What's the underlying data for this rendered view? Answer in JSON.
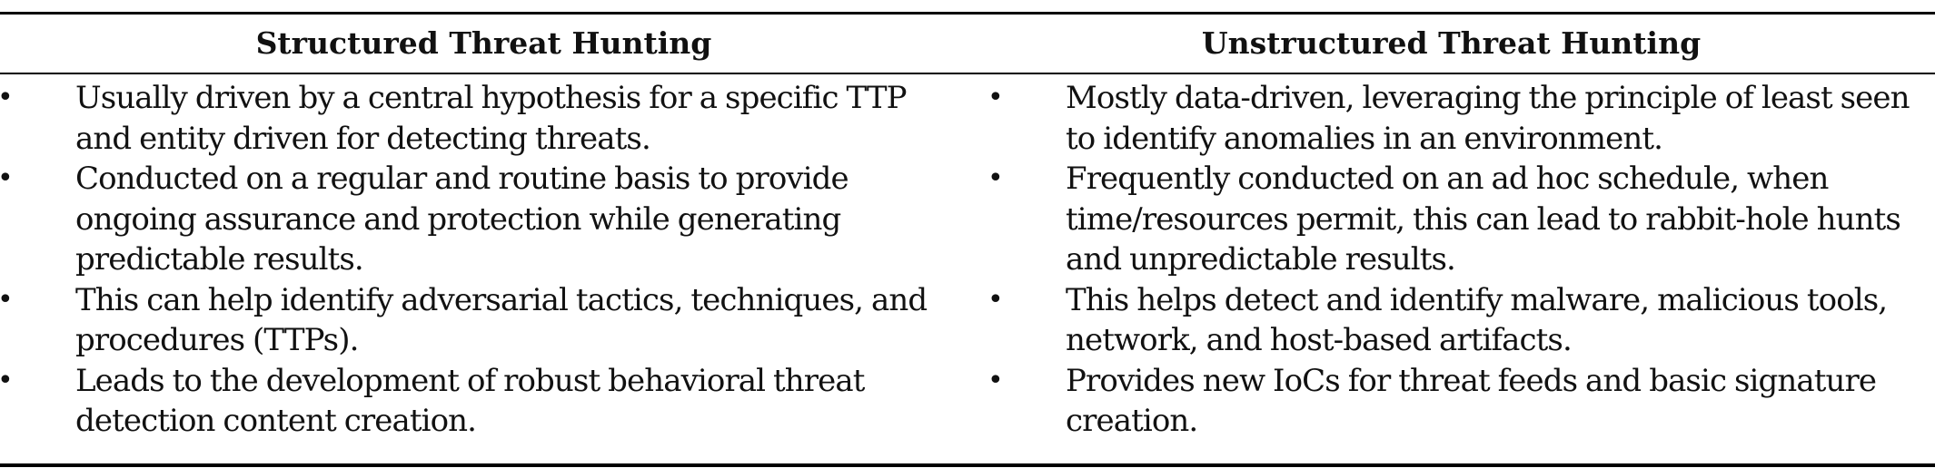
{
  "table": {
    "headers": [
      "Structured Threat Hunting",
      "Unstructured Threat Hunting"
    ],
    "bullet_icon": "•",
    "structured": [
      "Usually driven by a central hypothesis for a specific TTP and entity driven for detecting threats.",
      "Conducted on a regular and routine basis to provide ongoing assurance and protection while generating predictable results.",
      "This can help identify adversarial tactics, techniques, and procedures (TTPs).",
      "Leads to the development of robust behavioral threat detection content creation."
    ],
    "unstructured": [
      "Mostly data-driven, leveraging the principle of least seen to identify anomalies in an environment.",
      "Frequently conducted on an ad hoc schedule, when time/resources permit, this can lead to rabbit-hole hunts and unpredictable results.",
      "This helps detect and identify malware, malicious tools, network, and host-based artifacts.",
      "Provides new IoCs for threat feeds and basic signature creation."
    ]
  }
}
